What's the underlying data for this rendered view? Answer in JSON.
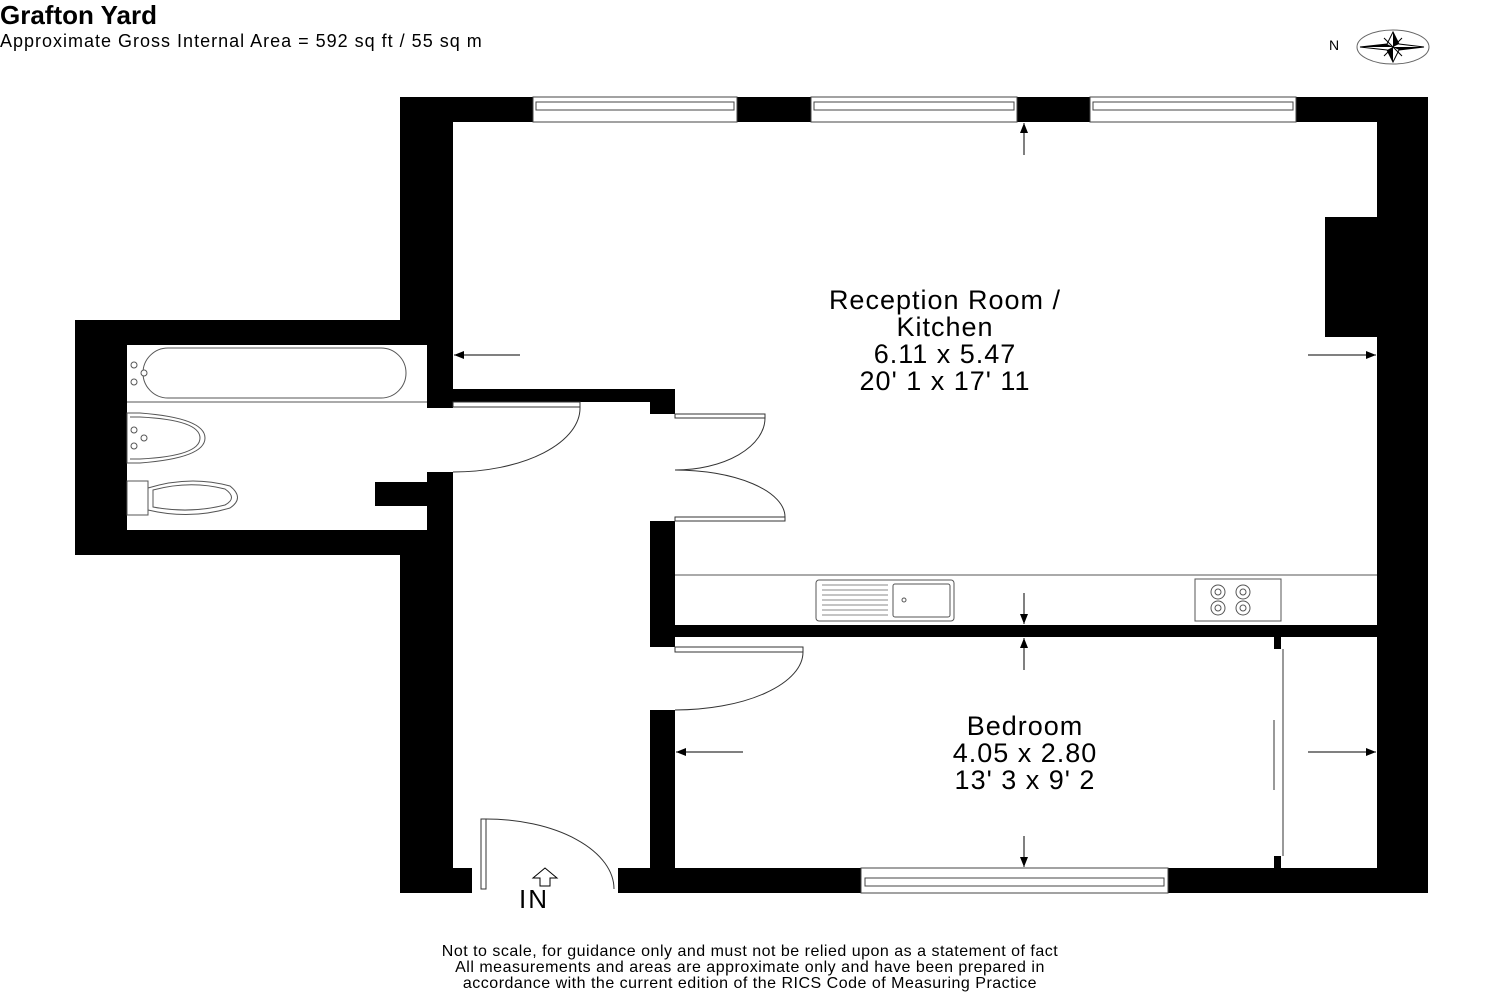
{
  "header": {
    "title": "Grafton Yard",
    "subtitle": "Approximate Gross Internal Area = 592 sq ft / 55 sq m"
  },
  "compass": {
    "label": "N"
  },
  "rooms": {
    "reception": {
      "name_line1": "Reception Room /",
      "name_line2": "Kitchen",
      "metric": "6.11 x 5.47",
      "imperial": "20' 1 x 17' 11"
    },
    "bedroom": {
      "name": "Bedroom",
      "metric": "4.05 x 2.80",
      "imperial": "13' 3 x 9' 2"
    }
  },
  "entrance": {
    "label": "IN"
  },
  "footer": {
    "line1": "Not to scale, for guidance only and must not be relied upon as a statement of fact",
    "line2": "All measurements and areas are approximate only and have been prepared in",
    "line3": "accordance with the current edition of the RICS Code of Measuring Practice"
  }
}
